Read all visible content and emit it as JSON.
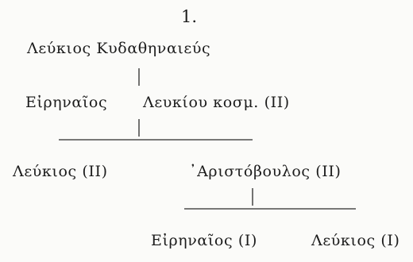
{
  "diagram": {
    "number": "1.",
    "nodes": {
      "leukios_kydathenaieus": "Λεύκιος  Κυδαθηναιεύς",
      "eirenaios_1": "Εἰρηναῖος",
      "leukiou_kosm": "Λευκίου  κοσμ. (ΙΙ)",
      "leukios_ii": "Λεύκιος (ΙΙ)",
      "aristoboulos": "᾿Αριστόβουλος (ΙΙ)",
      "eirenaios_i": "Εἰρηναῖος (Ι)",
      "leukios_i": "Λεύκιος (Ι)"
    }
  }
}
